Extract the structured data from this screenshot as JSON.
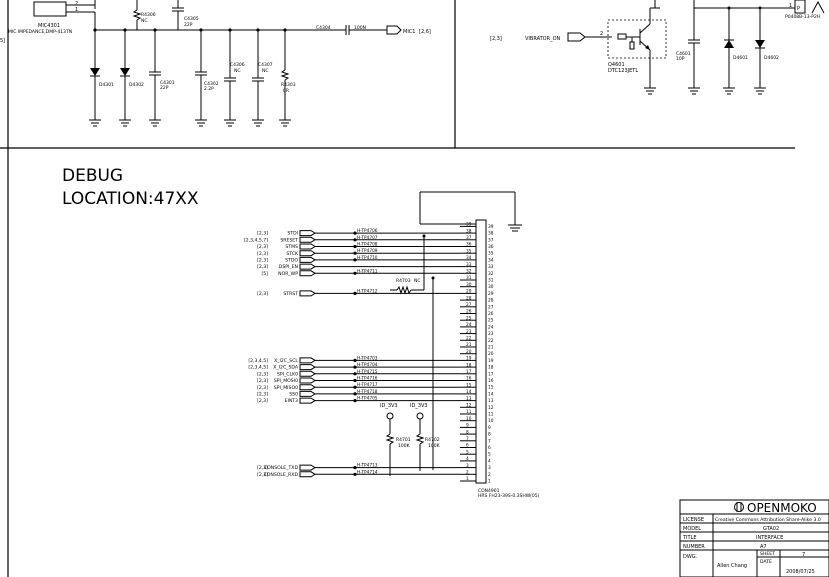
{
  "top_left": {
    "mic_name": "MIC4301",
    "mic_part": "MIC IMPEDANCE,DMP-413TN",
    "pin2": "2",
    "pin1": "1",
    "r4306": "R4306",
    "r4306_val": "NC",
    "c4305": "C4305",
    "c4305_val": "22P",
    "c4304": "C4304",
    "c4304_val": "100N",
    "mic1_label": "MIC1",
    "mic1_ref": "[2,6]",
    "d4301": "D4301",
    "d4302": "D4302",
    "c4301": "C4301",
    "c4301_val": "22P",
    "c4302": "C4302",
    "c4302_val": "2.2P",
    "c4306": "C4306",
    "c4306_val": "NC",
    "c4307": "C4307",
    "c4307_val": "NC",
    "r4303": "R4303",
    "r4303_val": "0R",
    "edge_mark": "5]"
  },
  "top_right": {
    "ref": "[2,3]",
    "net": "VIBRATOR_ON",
    "pin": "2",
    "q_name": "Q4601",
    "q_part": "DTC123JETL",
    "c4601": "C4601",
    "c4601_val": "10P",
    "d4601": "D4601",
    "d4602": "D4602",
    "conn_pin": "1",
    "conn_p": "P",
    "conn_part": "P0408B-13-P2H"
  },
  "debug": {
    "title": "DEBUG",
    "location": "LOCATION:47XX",
    "connector_name": "CON4901",
    "connector_part": "HRS FH23-39S-0.3SHW(05)",
    "r4703_name": "R4703",
    "r4703_val": "NC",
    "r4701_name": "R4701",
    "r4701_val": "100K",
    "r4702_name": "R4702",
    "r4702_val": "100K",
    "id3v3_a": "ID_3V3",
    "id3v3_b": "ID_3V3",
    "signals": [
      {
        "ref": "[2,3]",
        "net": "STDI",
        "tp": "H-TP4706",
        "pin": "38"
      },
      {
        "ref": "[2,3,4,5,7]",
        "net": "SRESET",
        "tp": "H-TP4707",
        "pin": "37"
      },
      {
        "ref": "[2,3]",
        "net": "STMS",
        "tp": "H-TP4708",
        "pin": "36"
      },
      {
        "ref": "[2,3]",
        "net": "STCK",
        "tp": "H-TP4709",
        "pin": "35"
      },
      {
        "ref": "[2,3]",
        "net": "STDO",
        "tp": "H-TP4710",
        "pin": "34"
      },
      {
        "ref": "[2,3]",
        "net": "DSPI_EN",
        "tp": "",
        "pin": "33"
      },
      {
        "ref": "[5]",
        "net": "NOR_WP",
        "tp": "H-TP4711",
        "pin": "32"
      },
      {
        "ref": "[2,3]",
        "net": "STRST",
        "tp": "H-TP4712",
        "pin": "29"
      },
      {
        "ref": "[2,3,4,5]",
        "net": "X_I2C_SCL",
        "tp": "H-TP4703",
        "pin": "19"
      },
      {
        "ref": "[2,3,4,5]",
        "net": "X_I2C_SDA",
        "tp": "H-TP4704",
        "pin": "18"
      },
      {
        "ref": "[2,3]",
        "net": "SPI_CLK0",
        "tp": "H-TP4715",
        "pin": "17"
      },
      {
        "ref": "[2,3]",
        "net": "SPI_MOSI0",
        "tp": "H-TP4716",
        "pin": "16"
      },
      {
        "ref": "[2,3]",
        "net": "SPI_MISO0",
        "tp": "H-TP4717",
        "pin": "15"
      },
      {
        "ref": "[2,3]",
        "net": "SS0",
        "tp": "H-TP4718",
        "pin": "14"
      },
      {
        "ref": "[2,3]",
        "net": "EINT3",
        "tp": "H-TP4705",
        "pin": "13"
      },
      {
        "ref": "[2,3]",
        "net": "CONSOLE_TXD",
        "tp": "H-TP4713",
        "pin": "3"
      },
      {
        "ref": "[2,3]",
        "net": "CONSOLE_RXD",
        "tp": "H-TP4714",
        "pin": "2"
      }
    ]
  },
  "title_block": {
    "brand": "OPENMOKO",
    "license_label": "LICENSE",
    "license_value": "Creative Commons Attribution Share-Alike 3.0",
    "model_label": "MODEL",
    "model_value": "GTA02",
    "title_label": "TITLE",
    "title_value": "INTERFACE",
    "number_label": "NUMBER",
    "number_value": "A7",
    "dwg_label": "DWG.",
    "dwg_value": "Allen Chang",
    "sheet_label": "SHEET",
    "sheet_value": "7",
    "date_label": "DATE",
    "date_value": "2008/07/25"
  }
}
